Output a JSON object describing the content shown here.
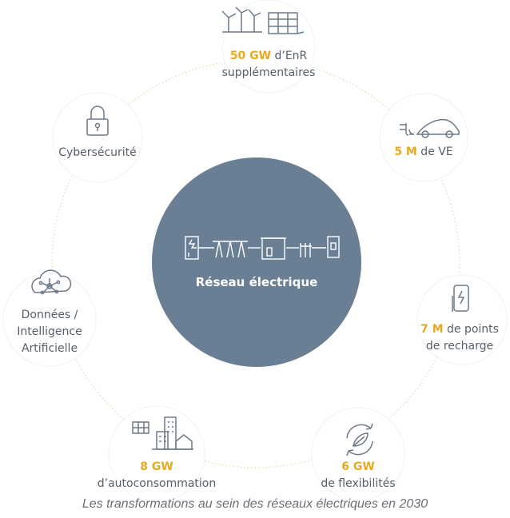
{
  "colors": {
    "center_fill": "#6b7f94",
    "accent": "#e8a91c",
    "text": "#56606b",
    "ring": "#e9d9a6",
    "icon": "#6d7a89"
  },
  "center": {
    "label": "Réseau électrique",
    "icon": "grid-chain-icon"
  },
  "nodes": [
    {
      "icon": "wind-solar-icon",
      "highlight": "50 GW",
      "text1": " d’EnR",
      "text2": "supplémentaires"
    },
    {
      "icon": "electric-car-icon",
      "highlight": "5 M",
      "text1": " de VE"
    },
    {
      "icon": "charging-point-icon",
      "highlight": "7 M",
      "text1": " de points",
      "text2": "de recharge"
    },
    {
      "icon": "leaf-cycle-icon",
      "highlight": "6 GW",
      "text2": "de flexibilités"
    },
    {
      "icon": "buildings-solar-icon",
      "highlight": "8 GW",
      "text2": "d’autoconsommation"
    },
    {
      "icon": "cloud-network-icon",
      "text1": "Données /",
      "text2": "Intelligence",
      "text3": "Artificielle"
    },
    {
      "icon": "lock-icon",
      "text1": "Cybersécurité"
    }
  ],
  "caption": "Les transformations au sein des réseaux électriques en 2030"
}
